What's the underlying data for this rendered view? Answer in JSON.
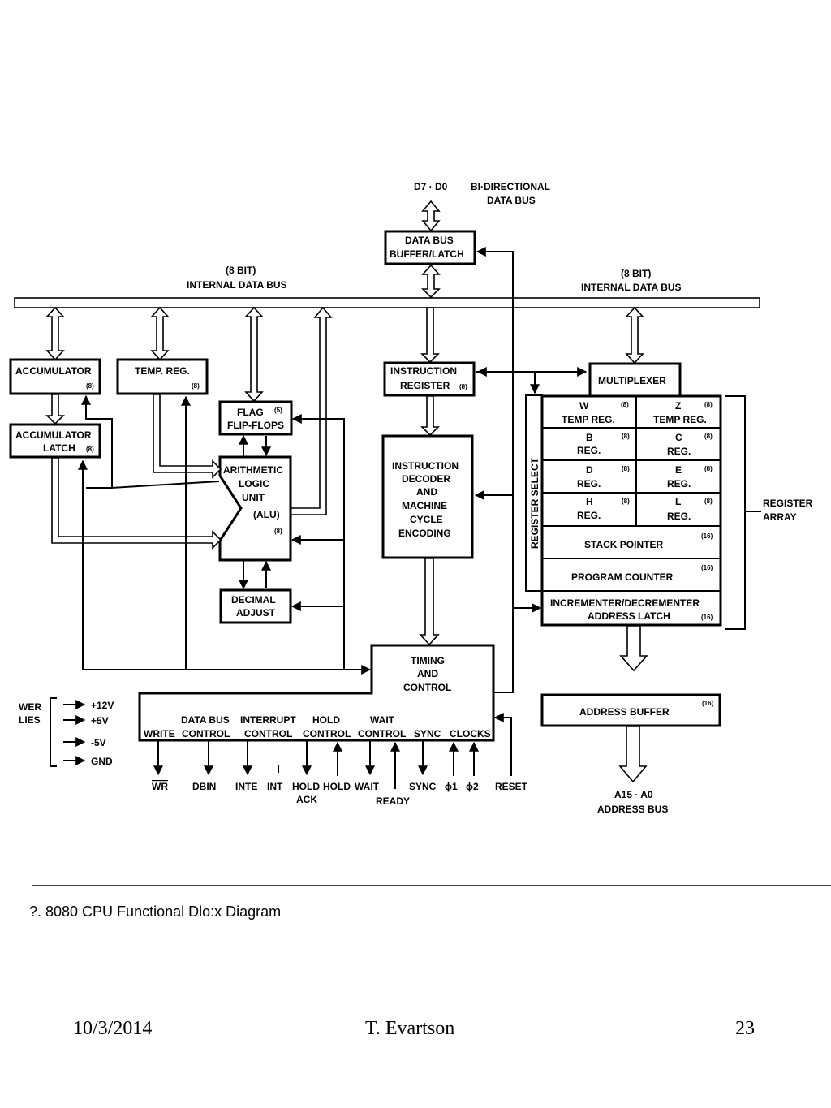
{
  "top": {
    "d_bus": "D7 · D0",
    "bidir_1": "BI·DIRECTIONAL",
    "bidir_2": "DATA BUS",
    "int_bus_left_1": "(8 BIT)",
    "int_bus_left_2": "INTERNAL DATA BUS",
    "int_bus_right_1": "(8 BIT)",
    "int_bus_right_2": "INTERNAL DATA BUS"
  },
  "blocks": {
    "data_buffer_1": "DATA BUS",
    "data_buffer_2": "BUFFER/LATCH",
    "accumulator": "ACCUMULATOR",
    "accumulator_bits": "(8)",
    "acc_latch_1": "ACCUMULATOR",
    "acc_latch_2": "LATCH",
    "acc_latch_bits": "(8)",
    "temp_reg": "TEMP. REG.",
    "temp_reg_bits": "(8)",
    "flag_1": "FLAG",
    "flag_2": "FLIP-FLOPS",
    "flag_bits": "(5)",
    "alu_1": "ARITHMETIC",
    "alu_2": "LOGIC",
    "alu_3": "UNIT",
    "alu_4": "(ALU)",
    "alu_bits": "(8)",
    "decimal_1": "DECIMAL",
    "decimal_2": "ADJUST",
    "instr_reg_1": "INSTRUCTION",
    "instr_reg_2": "REGISTER",
    "instr_reg_bits": "(8)",
    "decoder_1": "INSTRUCTION",
    "decoder_2": "DECODER",
    "decoder_3": "AND",
    "decoder_4": "MACHINE",
    "decoder_5": "CYCLE",
    "decoder_6": "ENCODING",
    "timing_1": "TIMING",
    "timing_2": "AND",
    "timing_3": "CONTROL",
    "multiplexer": "MULTIPLEXER",
    "register_select": "REGISTER SELECT",
    "register_array_1": "REGISTER",
    "register_array_2": "ARRAY",
    "address_buffer": "ADDRESS BUFFER",
    "address_buffer_bits": "(16)",
    "address_bus_1": "A15 · A0",
    "address_bus_2": "ADDRESS BUS"
  },
  "registers": {
    "w_1": "W",
    "w_2": "TEMP REG.",
    "w_bits": "(8)",
    "z_1": "Z",
    "z_2": "TEMP REG.",
    "z_bits": "(8)",
    "b_1": "B",
    "b_2": "REG.",
    "b_bits": "(8)",
    "c_1": "C",
    "c_2": "REG.",
    "c_bits": "(8)",
    "d_1": "D",
    "d_2": "REG.",
    "d_bits": "(8)",
    "e_1": "E",
    "e_2": "REG.",
    "e_bits": "(8)",
    "h_1": "H",
    "h_2": "REG.",
    "h_bits": "(8)",
    "l_1": "L",
    "l_2": "REG.",
    "l_bits": "(8)",
    "sp": "STACK POINTER",
    "sp_bits": "(16)",
    "pc": "PROGRAM COUNTER",
    "pc_bits": "(16)",
    "incdec_1": "INCREMENTER/DECREMENTER",
    "incdec_2": "ADDRESS LATCH",
    "incdec_bits": "(16)"
  },
  "control": {
    "write": "WRITE",
    "dbc_1": "DATA BUS",
    "dbc_2": "CONTROL",
    "int_1": "INTERRUPT",
    "int_2": "CONTROL",
    "hold_1": "HOLD",
    "hold_2": "CONTROL",
    "wait_1": "WAIT",
    "wait_2": "CONTROL",
    "sync": "SYNC",
    "clocks": "CLOCKS"
  },
  "pins": {
    "wr": "WR",
    "dbin": "DBIN",
    "inte": "INTE",
    "int": "INT",
    "hold_ack_1": "HOLD",
    "hold_ack_2": "ACK",
    "hold": "HOLD",
    "wait": "WAIT",
    "ready": "READY",
    "sync": "SYNC",
    "phi1": "ϕ1",
    "phi2": "ϕ2",
    "reset": "RESET"
  },
  "power": {
    "label_1": "WER",
    "label_2": "LIES",
    "v1": "+12V",
    "v2": "+5V",
    "v3": "-5V",
    "v4": "GND"
  },
  "caption": "?. 8080 CPU Functional Dlo:x Diagram",
  "footer": {
    "date": "10/3/2014",
    "author": "T. Evartson",
    "page": "23"
  }
}
